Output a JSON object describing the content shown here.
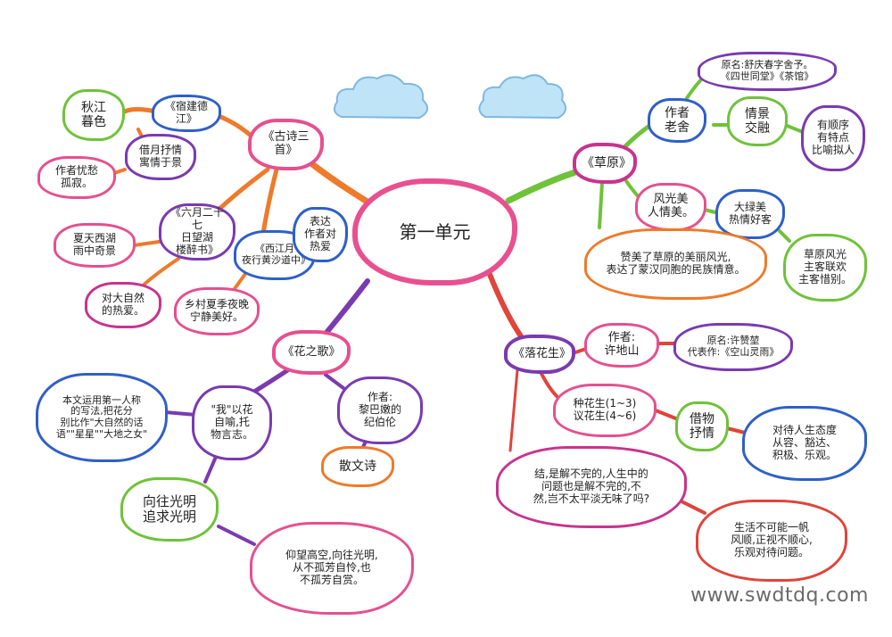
{
  "center": "第一单元",
  "branches": {
    "ancient_poems": {
      "title": "《古诗三首》",
      "poem1": "秋江\n暮色",
      "poem1_author": "《宿建德江》",
      "poem1_theme": "借月抒情\n寓情于景",
      "poem1_feeling": "作者忧愁\n孤寂。",
      "poem2": "《六月二十七\n日望湖\n楼醉书》",
      "poem2_scene": "夏天西湖\n雨中奇景",
      "poem2_feeling": "对大自然\n的热爱。",
      "poem3": "《西江月\n夜行黄沙道中》",
      "poem3_scene": "乡村夏季夜晚\n宁静美好。",
      "poem3_feeling": "表达\n作者对\n热爱"
    },
    "grassland": {
      "title": "《草原》",
      "author_node": "作者\n老舍",
      "author_info": "原名:舒庆春字舍予。\n《四世同堂》《茶馆》",
      "method": "情景\n交融",
      "method_detail": "有顺序\n有特点\n比喻拟人",
      "beauty": "风光美\n人情美。",
      "beauty_detail": "大绿美\n热情好客",
      "theme": "赞美了草原的美丽风光,\n表达了蒙汉同胞的民族情意。",
      "structure": "草原风光\n主客联欢\n主客惜别。"
    },
    "peanut": {
      "title": "《落花生》",
      "author": "作者:\n许地山",
      "author_info": "原名:许赞堃\n代表作:《空山灵雨》",
      "sections": "种花生(1~3)\n议花生(4~6)",
      "method": "借物\n抒情",
      "attitude": "对待人生态度\n从容、豁达、\n积极、乐观。",
      "quote": "结,是解不完的,人生中的\n问题也是解不完的,不\n然,岂不太平淡无味了吗?",
      "lesson": "生活不可能一帆\n风顺,正视不顺心,\n乐观对待问题。"
    },
    "flower_song": {
      "title": "《花之歌》",
      "author": "作者:\n黎巴嫩的\n纪伯伦",
      "genre": "散文诗",
      "method": "\"我\"以花\n自喻,托\n物言志。",
      "technique": "本文运用第一人称\n的写法,把花分\n别比作\"大自然的话\n语\"\"星星\"\"大地之女\"",
      "theme": "向往光明\n追求光明",
      "detail": "仰望高空,向往光明,\n从不孤芳自怜,也\n不孤芳自赏。"
    }
  },
  "watermark": "www.swdtdq.com",
  "colors": {
    "pink": "#e5508f",
    "blue": "#2f5fc8",
    "green": "#6fc23a",
    "purple": "#7a3ab0",
    "orange": "#ee7a2a",
    "red": "#e0443a"
  }
}
